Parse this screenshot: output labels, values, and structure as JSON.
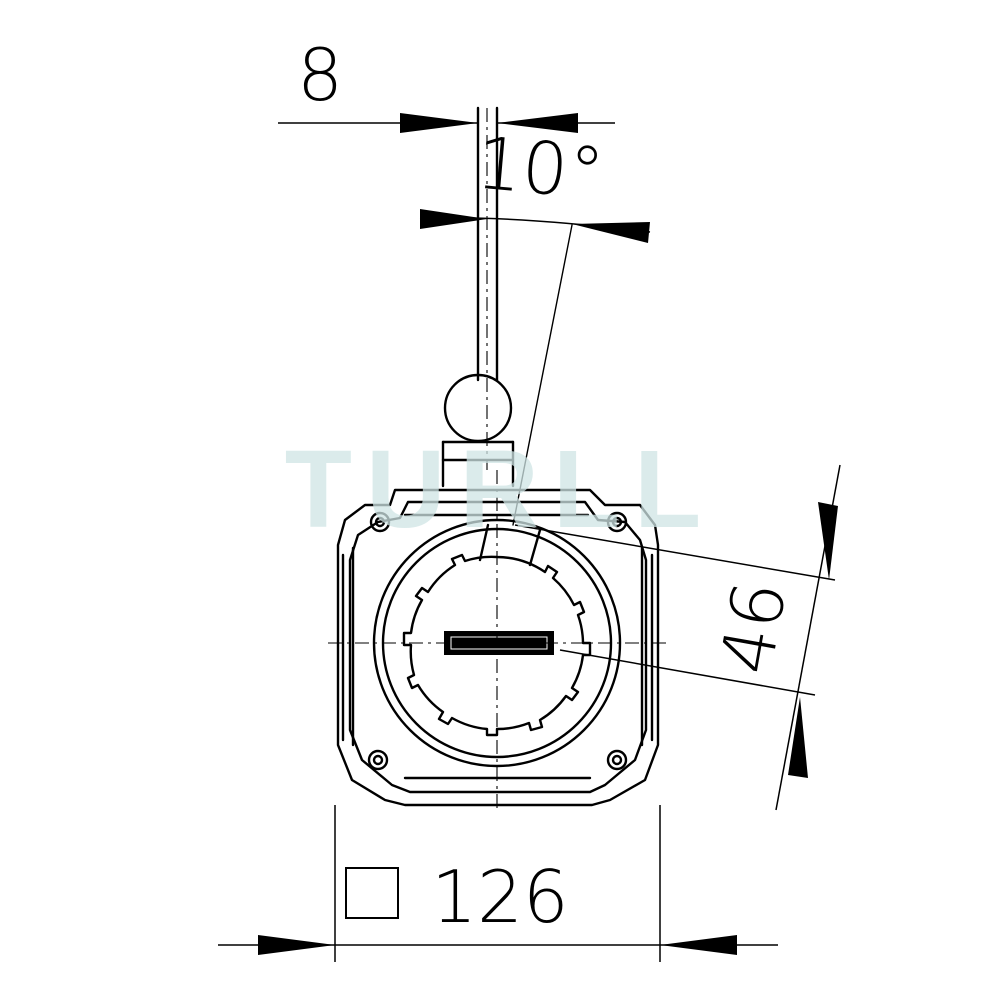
{
  "drawing": {
    "dimensions": {
      "offset_width": "8",
      "swing_angle": "10°",
      "travel": "46",
      "body_width": "126"
    },
    "watermark": "TURLL"
  }
}
